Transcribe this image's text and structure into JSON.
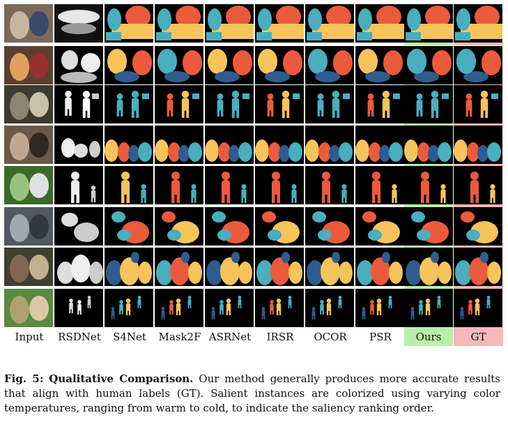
{
  "figure": {
    "column_labels": [
      "Input",
      "RSDNet",
      "S4Net",
      "Mask2F",
      "ASRNet",
      "IRSR",
      "OCOR",
      "PSR",
      "Ours",
      "GT"
    ],
    "caption": {
      "fig_label": "Fig. 5:",
      "title": "Qualitative Comparison.",
      "text": "Our method generally produces more accurate results that align with human labels (GT). Salient instances are colorized using varying color temperatures, ranging from warm to cold, to indicate the saliency ranking order."
    }
  },
  "colors": {
    "rank1": "#ec5a3c",
    "rank2": "#f7c45a",
    "rank3": "#49aebd",
    "rank4": "#2f5c8f",
    "ours_highlight": "#b8f0a8",
    "gt_highlight": "#f6b8b8"
  }
}
